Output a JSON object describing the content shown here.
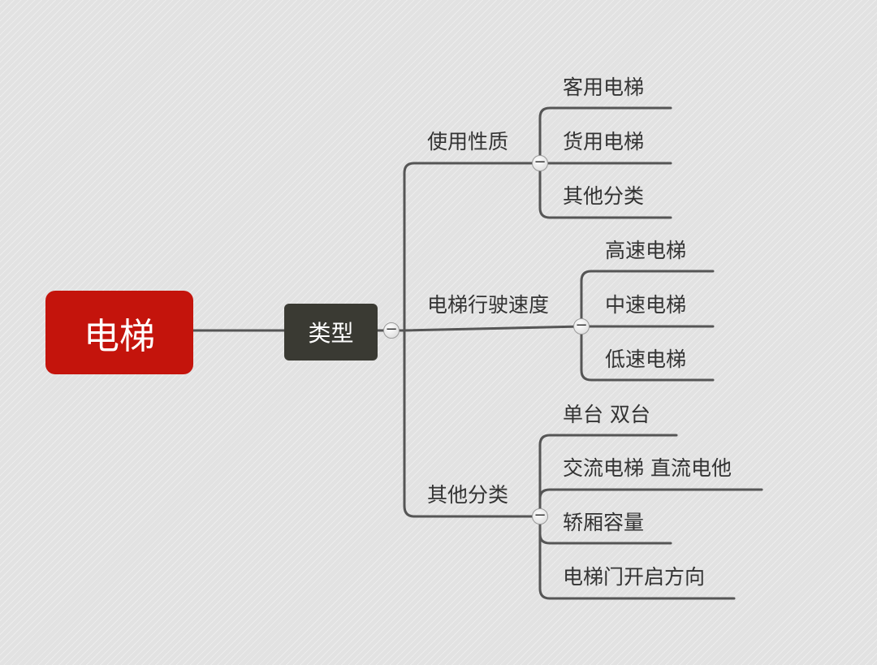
{
  "root": {
    "label": "电梯"
  },
  "hub": {
    "label": "类型"
  },
  "branches": [
    {
      "label": "使用性质",
      "children": [
        "客用电梯",
        "货用电梯",
        "其他分类"
      ]
    },
    {
      "label": "电梯行驶速度",
      "children": [
        "高速电梯",
        "中速电梯",
        "低速电梯"
      ]
    },
    {
      "label": "其他分类",
      "children": [
        "单台 双台",
        "交流电梯 直流电他",
        "轿厢容量",
        "电梯门开启方向"
      ]
    }
  ],
  "collapse_symbol": "−",
  "colors": {
    "root": "#c4140c",
    "hub": "#3a3a33",
    "connector": "#555555",
    "background": "#e2e2e2"
  }
}
